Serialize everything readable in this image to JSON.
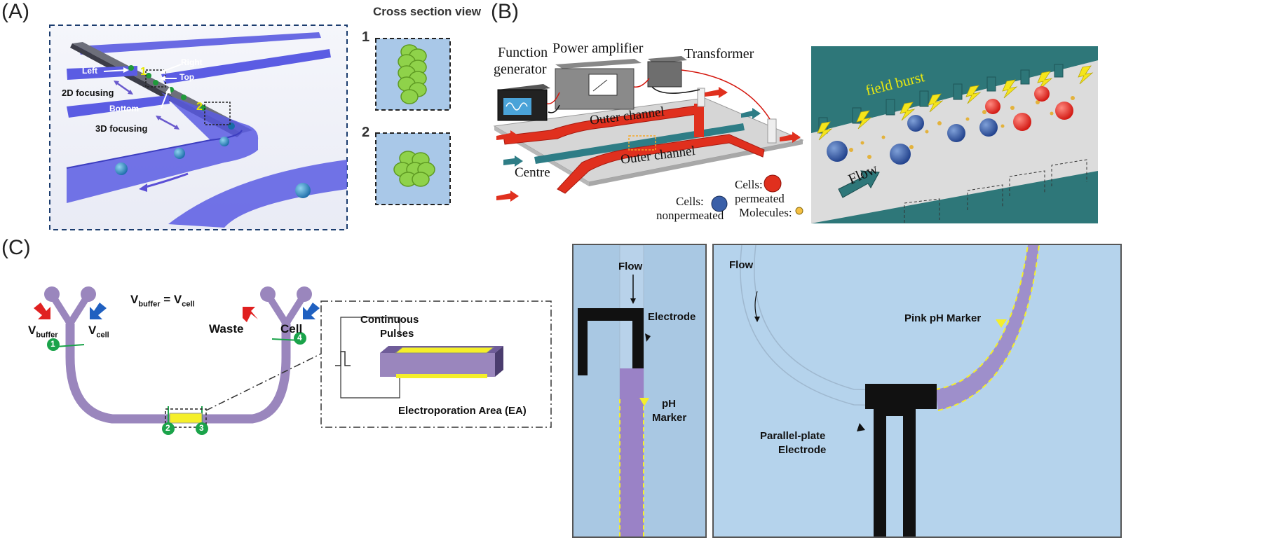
{
  "panel_a": {
    "label": "(A)",
    "cross_section_title": "Cross section view",
    "cs1_label": "1",
    "cs2_label": "2",
    "left": "Left",
    "right": "Right",
    "top": "Top",
    "bottom": "Bottom",
    "focus2d": "2D focusing",
    "focus3d": "3D focusing",
    "marker1": "1",
    "marker2": "2"
  },
  "panel_b": {
    "label": "(B)",
    "function_generator": [
      "Function",
      "generator"
    ],
    "power_amplifier": "Power amplifier",
    "transformer": "Transformer",
    "outer_channel_top": "Outer channel",
    "outer_channel_bottom": "Outer channel",
    "centre": "Centre",
    "cells_nonpermeated": [
      "Cells:",
      "nonpermeated"
    ],
    "cells_permeated": [
      "Cells:",
      "permeated"
    ],
    "molecules": "Molecules:",
    "field_burst": "field burst",
    "flow": "Flow"
  },
  "panel_c": {
    "label": "(C)",
    "vbuffer_eq": {
      "v": "V",
      "sub1": "buffer",
      "eq": " = V",
      "sub2": "cell"
    },
    "vbuffer": {
      "v": "V",
      "sub": "buffer"
    },
    "vcell": {
      "v": "V",
      "sub": "cell"
    },
    "waste": "Waste",
    "cell": "Cell",
    "markers": [
      "1",
      "2",
      "3",
      "4"
    ],
    "continuous_pulses": [
      "Continuous",
      "Pulses"
    ],
    "electroporation_area": "Electroporation Area (EA)",
    "photo1": {
      "flow": "Flow",
      "electrode": "Electrode",
      "ph_marker": [
        "pH",
        "Marker"
      ]
    },
    "photo2": {
      "flow": "Flow",
      "pink_ph_marker": "Pink pH Marker",
      "parallel_plate": [
        "Parallel-plate",
        "Electrode"
      ]
    }
  },
  "colors": {
    "channel_blue": "#5a5be0",
    "channel_red": "#e0301e",
    "teal": "#2e7d86",
    "purple": "#9a86bd",
    "marker_green": "#1aa34a",
    "photo_bg": "#a9c8e3",
    "yellow": "#f5ef2a"
  }
}
